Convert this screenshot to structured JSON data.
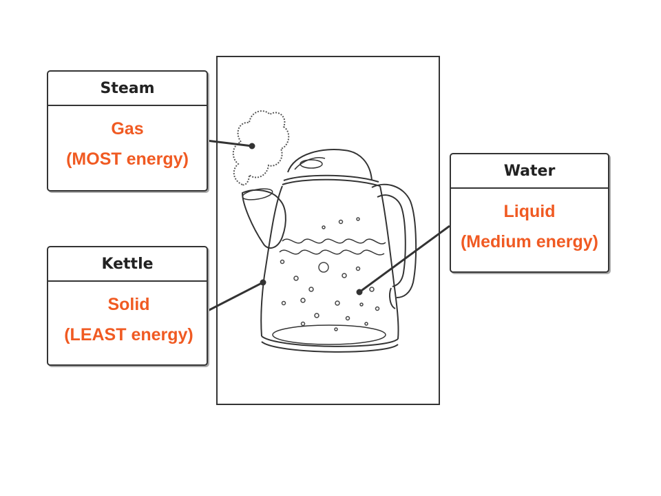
{
  "colors": {
    "accent": "#f05a22",
    "line": "#333333"
  },
  "labels": {
    "steam": {
      "title": "Steam",
      "state": "Gas",
      "energy": "(MOST energy)"
    },
    "kettle": {
      "title": "Kettle",
      "state": "Solid",
      "energy": "(LEAST energy)"
    },
    "water": {
      "title": "Water",
      "state": "Liquid",
      "energy": "(Medium energy)"
    }
  }
}
